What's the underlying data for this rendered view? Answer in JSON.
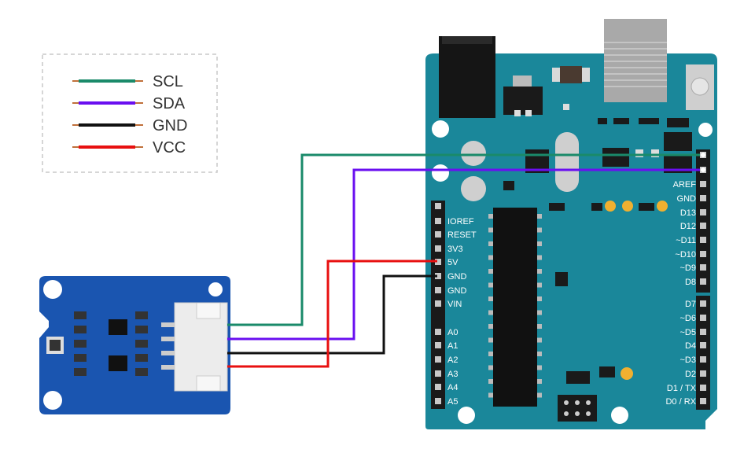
{
  "legend": [
    {
      "label": "SCL",
      "color": "#1a8a6a"
    },
    {
      "label": "SDA",
      "color": "#6a0ff0"
    },
    {
      "label": "GND",
      "color": "#111111"
    },
    {
      "label": "VCC",
      "color": "#e81010"
    }
  ],
  "arduino": {
    "left_pins": [
      "IOREF",
      "RESET",
      "3V3",
      "5V",
      "GND",
      "GND",
      "VIN",
      "A0",
      "A1",
      "A2",
      "A3",
      "A4",
      "A5"
    ],
    "right_pins": [
      "AREF",
      "GND",
      "D13",
      "D12",
      "~D11",
      "~D10",
      "~D9",
      "D8",
      "D7",
      "~D6",
      "~D5",
      "D4",
      "~D3",
      "D2",
      "D1 / TX",
      "D0 / RX"
    ]
  },
  "colors": {
    "arduino_board": "#1a879a",
    "sensor_board": "#1a55b0",
    "connector": "#ececec",
    "header": "#1a1a1a"
  }
}
